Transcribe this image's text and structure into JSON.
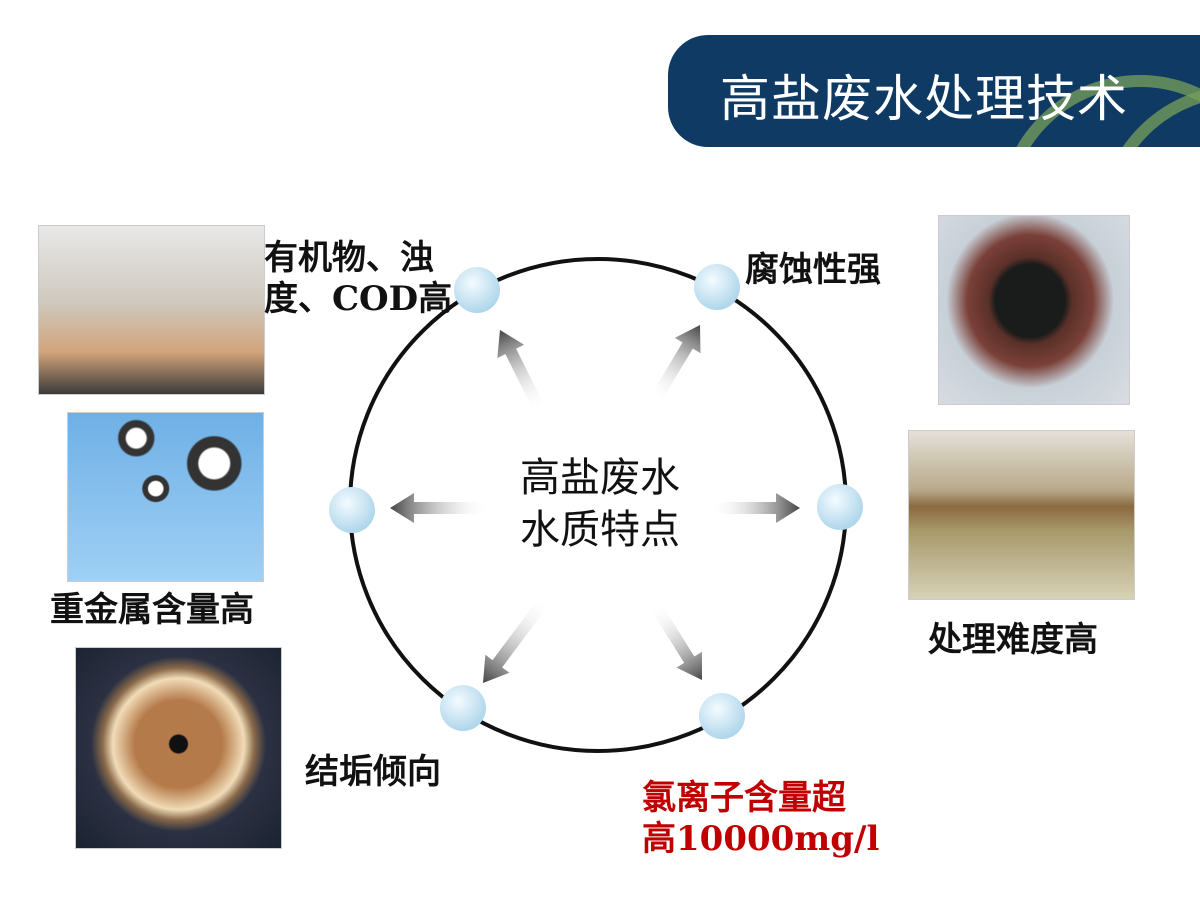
{
  "title": "高盐废水处理技术",
  "center_label": [
    "高盐废水",
    "水质特点"
  ],
  "features": [
    {
      "lines": [
        "有机物、浊",
        "度、COD高"
      ],
      "color": "#111111"
    },
    {
      "lines": [
        "腐蚀性强"
      ],
      "color": "#111111"
    },
    {
      "lines": [
        "重金属含量高"
      ],
      "color": "#111111"
    },
    {
      "lines": [
        "处理难度高"
      ],
      "color": "#111111"
    },
    {
      "lines": [
        "结垢倾向"
      ],
      "color": "#111111"
    },
    {
      "lines": [
        "氯离子含量超",
        "高10000mg/l"
      ],
      "color": "#c00000"
    }
  ],
  "colors": {
    "banner": "#0f3a63",
    "node": "#cfe6f2",
    "highlight": "#c00000"
  }
}
